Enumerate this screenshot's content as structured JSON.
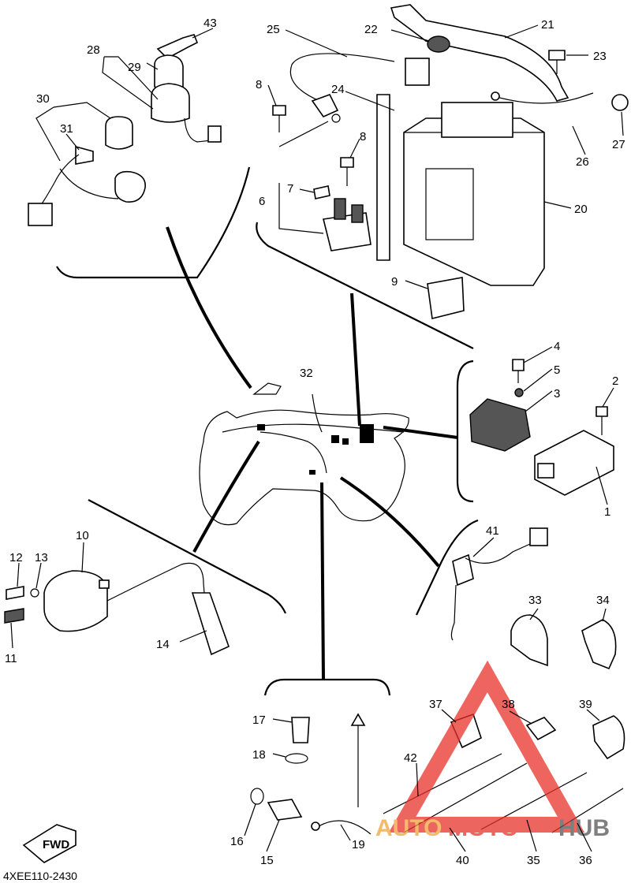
{
  "diagram": {
    "part_labels": [
      "1",
      "2",
      "3",
      "4",
      "5",
      "6",
      "7",
      "8",
      "8",
      "9",
      "10",
      "11",
      "12",
      "13",
      "14",
      "15",
      "16",
      "17",
      "18",
      "19",
      "20",
      "21",
      "22",
      "23",
      "24",
      "25",
      "26",
      "27",
      "28",
      "29",
      "30",
      "31",
      "32",
      "33",
      "34",
      "35",
      "36",
      "37",
      "38",
      "39",
      "40",
      "41",
      "42",
      "43"
    ],
    "direction_marker": "FWD",
    "diagram_code": "4XEE110-2430"
  },
  "watermark": {
    "text_part1": "AUTO",
    "text_part2": "MOTO",
    "text_part3": "HUB",
    "colors": {
      "triangle": "#e8322a",
      "accent": "#f2a23a",
      "dark": "#555555"
    }
  }
}
